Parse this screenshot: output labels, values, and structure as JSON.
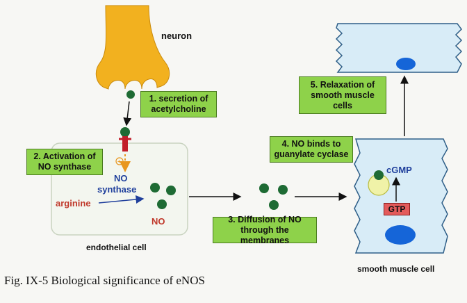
{
  "labels": {
    "neuron": "neuron",
    "endothelial_cell": "endothelial cell",
    "smooth_muscle_cell": "smooth muscle cell",
    "no_synthase_1": "NO",
    "no_synthase_2": "synthase",
    "arginine": "arginine",
    "no": "NO",
    "cgmp": "cGMP",
    "gtp": "GTP"
  },
  "steps": {
    "s1": [
      "1. secretion of",
      "acetylcholine"
    ],
    "s2": [
      "2. Activation of",
      "NO synthase"
    ],
    "s3": [
      "3. Diffusion of NO",
      "through the membranes"
    ],
    "s4": [
      "4. NO binds to",
      "guanylate cyclase"
    ],
    "s5": [
      "5. Relaxation of",
      "smooth muscle",
      "cells"
    ]
  },
  "caption": "Fig. IX-5 Biological significance of eNOS",
  "colors": {
    "neuron": "#f2b11f",
    "step_box": "#8ed24a",
    "no_molecule": "#1e6b34",
    "smooth_muscle": "#d8ecf7",
    "nucleus": "#1565d8",
    "arginine_text": "#c0392b",
    "synthase_text": "#1f3f9c",
    "gtp_box": "#e35b5b",
    "receptor": "#c21e2a"
  },
  "icons": [
    "neuron-shape",
    "no-molecule",
    "smooth-muscle-cell",
    "nucleus",
    "guanylate-cyclase"
  ]
}
